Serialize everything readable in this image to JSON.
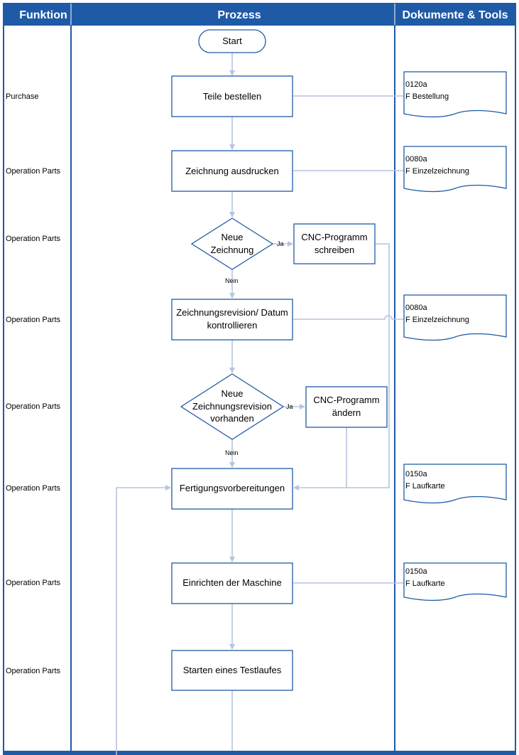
{
  "header": {
    "funktion": "Funktion",
    "prozess": "Prozess",
    "dokumente": "Dokumente & Tools"
  },
  "functions": [
    "Purchase",
    "Operation Parts",
    "Operation Parts",
    "Operation Parts",
    "Operation Parts",
    "Operation Parts",
    "Operation Parts",
    "Operation Parts"
  ],
  "start": {
    "label": "Start"
  },
  "process_steps": [
    {
      "id": "teile",
      "lines": [
        "Teile bestellen"
      ]
    },
    {
      "id": "zeichnung",
      "lines": [
        "Zeichnung ausdrucken"
      ]
    },
    {
      "id": "cnc1",
      "lines": [
        "CNC-Programm",
        "schreiben"
      ]
    },
    {
      "id": "revision",
      "lines": [
        "Zeichnungsrevision/ Datum",
        "kontrollieren"
      ]
    },
    {
      "id": "cnc2",
      "lines": [
        "CNC-Programm",
        "ändern"
      ]
    },
    {
      "id": "fertigung",
      "lines": [
        "Fertigungsvorbereitungen"
      ]
    },
    {
      "id": "einrichten",
      "lines": [
        "Einrichten der Maschine"
      ]
    },
    {
      "id": "testlauf",
      "lines": [
        "Starten eines Testlaufes"
      ]
    }
  ],
  "decisions": [
    {
      "id": "d1",
      "lines": [
        "Neue",
        "Zeichnung"
      ]
    },
    {
      "id": "d2",
      "lines": [
        "Neue",
        "Zeichnungsrevision",
        "vorhanden"
      ]
    }
  ],
  "connector_labels": {
    "d1_yes": "Ja",
    "d1_no": "Nein",
    "d2_yes": "Ja",
    "d2_no": "Nein"
  },
  "documents": [
    {
      "code": "0120a",
      "name": "F Bestellung"
    },
    {
      "code": "0080a",
      "name": "F Einzelzeichnung"
    },
    {
      "code": "0080a",
      "name": "F Einzelzeichnung"
    },
    {
      "code": "0150a",
      "name": "F Laufkarte"
    },
    {
      "code": "0150a",
      "name": "F Laufkarte"
    }
  ],
  "colors": {
    "header_bg": "#1f5aa6",
    "shape_stroke": "#1f5aa6",
    "connector": "#b7c4e0"
  }
}
